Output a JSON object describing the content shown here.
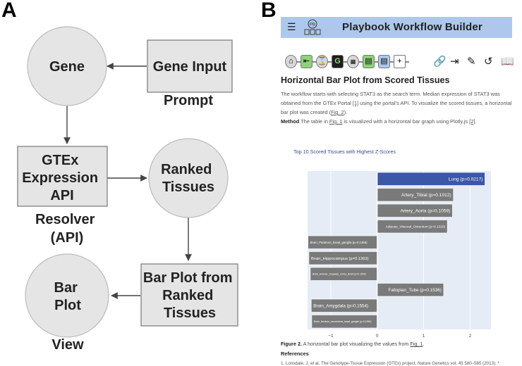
{
  "panel_labels": {
    "a": "A",
    "b": "B"
  },
  "diagram": {
    "nodes": [
      {
        "id": "gene",
        "shape": "circle",
        "lines": [
          "Gene"
        ]
      },
      {
        "id": "gene-input",
        "shape": "rect",
        "lines": [
          "Gene Input"
        ],
        "caption_lines": [
          "Prompt"
        ]
      },
      {
        "id": "gtex",
        "shape": "rect",
        "lines": [
          "GTEx",
          "Expression",
          "API"
        ],
        "caption_lines": [
          "Resolver",
          "(API)"
        ]
      },
      {
        "id": "ranked",
        "shape": "circle",
        "lines": [
          "Ranked",
          "Tissues"
        ]
      },
      {
        "id": "barplot",
        "shape": "rect",
        "lines": [
          "Bar Plot from",
          "Ranked",
          "Tissues"
        ]
      },
      {
        "id": "barplot-view",
        "shape": "circle",
        "lines": [
          "Bar",
          "Plot"
        ],
        "caption_lines": [
          "View"
        ]
      }
    ],
    "edges": [
      {
        "from": "gene-input",
        "to": "gene"
      },
      {
        "from": "gene",
        "to": "gtex"
      },
      {
        "from": "gtex",
        "to": "ranked"
      },
      {
        "from": "ranked",
        "to": "barplot"
      },
      {
        "from": "barplot",
        "to": "barplot-view"
      }
    ]
  },
  "app": {
    "title": "Playbook Workflow Builder",
    "menu_icon": "hamburger-menu-icon",
    "logo_icon": "playbook-logo-icon",
    "page_title": "Horizontal Bar Plot from Scored Tissues",
    "description": {
      "part1": "The workflow starts with selecting STAT3 as the search term. Median expression of STAT3 was obtained from the GTEx Portal ",
      "ref1": "[1]",
      "part2": " using the portal's API. To visualize the scored tissues, a horizontal bar plot was created (",
      "fig2": "Fig. 2",
      "part3": ")."
    },
    "method": {
      "label": "Method",
      "part1": " The table in ",
      "fig1": "Fig. 1",
      "part2": " is visualized with a horizontal bar graph using Plotly.js ",
      "ref2": "[2]",
      "part3": "."
    },
    "chart_title": "Top 10 Scored Tissues with Highest Z-Scores",
    "caption": {
      "label": "Figure 2.",
      "text": " A horizontal bar plot visualizing the values from ",
      "fig1": "Fig. 1",
      "end": "."
    },
    "references_title": "References",
    "reference_1": "1. Lonsdale, J. et al. The Genotype-Tissue Expression (GTEx) project. Nature Genetics vol. 45 580–585 (2013). *",
    "toolbar_icons": [
      "home-icon",
      "import-icon",
      "hourglass-icon",
      "gtex-icon",
      "tissue-icon",
      "bar-chart-icon",
      "bar-chart-icon",
      "add-step-icon"
    ],
    "action_icons": [
      "link-icon",
      "export-icon",
      "plugin-icon",
      "restart-icon",
      "story-icon"
    ]
  },
  "chart_data": {
    "type": "bar",
    "orientation": "horizontal",
    "title": "Top 10 Scored Tissues with Highest Z-Scores",
    "xlim": [
      -1.5,
      2.45
    ],
    "xticks": [
      -1,
      0,
      1,
      2
    ],
    "categories": [
      "Lung (p=0.0217)",
      "Artery_Tibial (p=0.1012)",
      "Artery_Aorta (p=0.1059)",
      "Adipose_Visceral_Omentum (p=0.1320)",
      "Brain_Putamen_basal_ganglia (p=0.1356)",
      "Brain_Hippocampus (p=0.1363)",
      "Brain_Anterior_cingulate_cortex_BA24 (p=0.1509)",
      "Fallopian_Tube (p=0.1536)",
      "Brain_Amygdala (p=0.1554)",
      "Brain_Nucleus_accumbens_basal_ganglia (p=0.1596)"
    ],
    "values": [
      2.32,
      1.64,
      1.62,
      1.51,
      -1.49,
      -1.47,
      -1.44,
      1.43,
      -1.42,
      -1.41
    ],
    "colors": {
      "highlight": "#3c57a8",
      "bar": "#7a7a7a",
      "plot_bg": "#e5ecf6",
      "grid": "#ffffff"
    }
  }
}
